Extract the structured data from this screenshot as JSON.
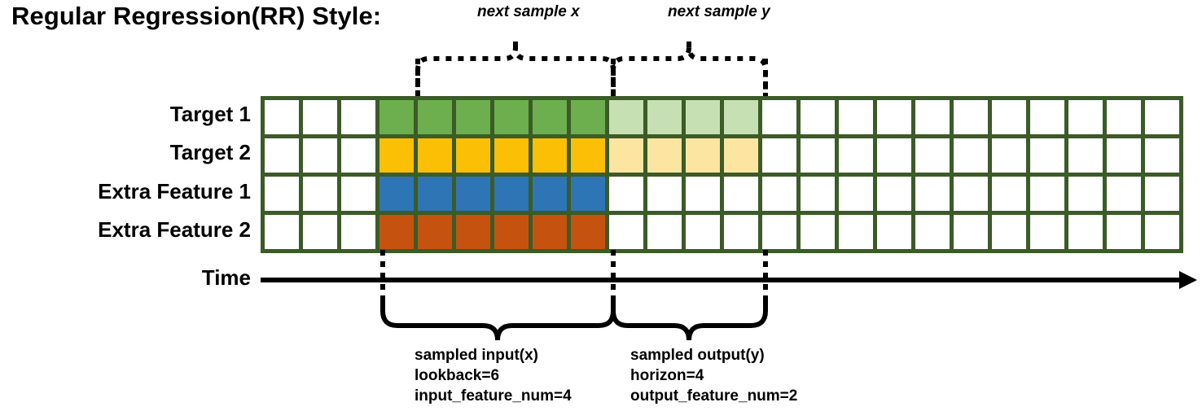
{
  "title": "Regular Regression(RR) Style:",
  "top_annotations": [
    {
      "label": "next sample x"
    },
    {
      "label": "next sample y"
    }
  ],
  "axis": {
    "time_label": "Time"
  },
  "rows": [
    {
      "label": "Target 1",
      "color": "#6DAF4E",
      "light_color": "#C6E0B4"
    },
    {
      "label": "Target 2",
      "color": "#FBBF05",
      "light_color": "#FCE5A1"
    },
    {
      "label": "Extra Feature 1",
      "color": "#2E75B6",
      "light_color": null
    },
    {
      "label": "Extra Feature 2",
      "color": "#C5530F",
      "light_color": null
    }
  ],
  "grid": {
    "total_columns": 24,
    "leading_blank_columns": 3,
    "input_columns": 6,
    "output_columns": 4,
    "trailing_blank_columns": 11,
    "border_color": "#3B5B27"
  },
  "bottom_annotations": [
    {
      "title": "sampled input(x)",
      "line2": "lookback=6",
      "line3": "input_feature_num=4"
    },
    {
      "title": "sampled output(y)",
      "line2": "horizon=4",
      "line3": "output_feature_num=2"
    }
  ],
  "chart_data": {
    "type": "heatmap",
    "title": "Regular Regression(RR) Style:",
    "categories": [
      "Target 1",
      "Target 2",
      "Extra Feature 1",
      "Extra Feature 2"
    ],
    "x": "time steps (24 columns)",
    "legend": [
      "sampled input(x)",
      "sampled output(y)"
    ],
    "annotations": [
      "next sample x",
      "next sample y"
    ],
    "grid": true,
    "xlabel": "Time",
    "ylabel": ""
  }
}
